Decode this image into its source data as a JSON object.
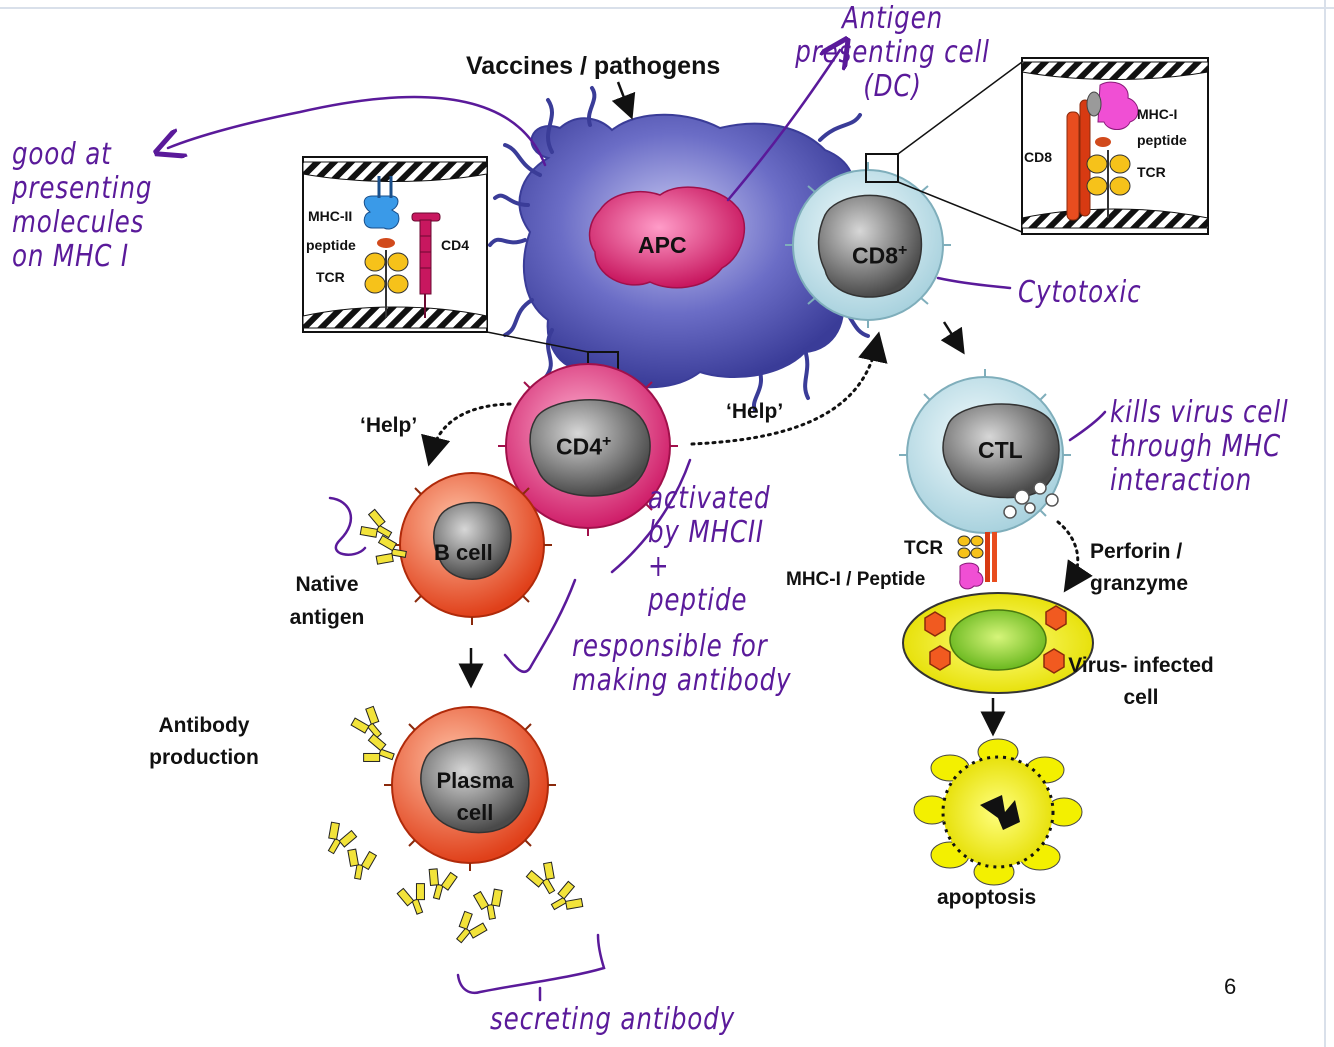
{
  "printed_labels": {
    "title": "Vaccines / pathogens",
    "apc": "APC",
    "cd8": "CD8",
    "cd8_sup": "+",
    "cd4": "CD4",
    "cd4_sup": "+",
    "ctl": "CTL",
    "bcell": "B cell",
    "plasma": "Plasma cell",
    "help_left": "‘Help’",
    "help_right": "‘Help’",
    "native_antigen": "Native antigen",
    "antibody_production": "Antibody production",
    "tcr_bottom": "TCR",
    "mhc1_peptide": "MHC-I / Peptide",
    "perforin": "Perforin / granzyme",
    "virus_infected": "Virus- infected cell",
    "apoptosis": "apoptosis",
    "page_number": "6"
  },
  "inset_mhc2": {
    "mhc": "MHC-II",
    "peptide": "peptide",
    "tcr": "TCR",
    "cd4": "CD4"
  },
  "inset_mhc1": {
    "cd8": "CD8",
    "mhc": "MHC-I",
    "peptide": "peptide",
    "tcr": "TCR"
  },
  "handwritten_notes": {
    "apc_note": "Antigen presenting cell (DC)",
    "good_at": "good at presenting molecules on MHC I",
    "cytotoxic": "Cytotoxic",
    "kills": "kills virus cell through MHC interaction",
    "activated": "activated by MHCII + peptide",
    "responsible": "responsible for making antibody",
    "secreting": "secreting antibody"
  },
  "colors": {
    "apc": "#5d5fb8",
    "apc_core": "#e0317f",
    "cd8": "#c9e6ee",
    "cd4": "#e8337d",
    "bcell": "#f3572e",
    "nucleus": "#7a7a7a",
    "infected_cell": "#f3f000",
    "ink": "#5a1a9a",
    "antibody": "#d7c200"
  }
}
